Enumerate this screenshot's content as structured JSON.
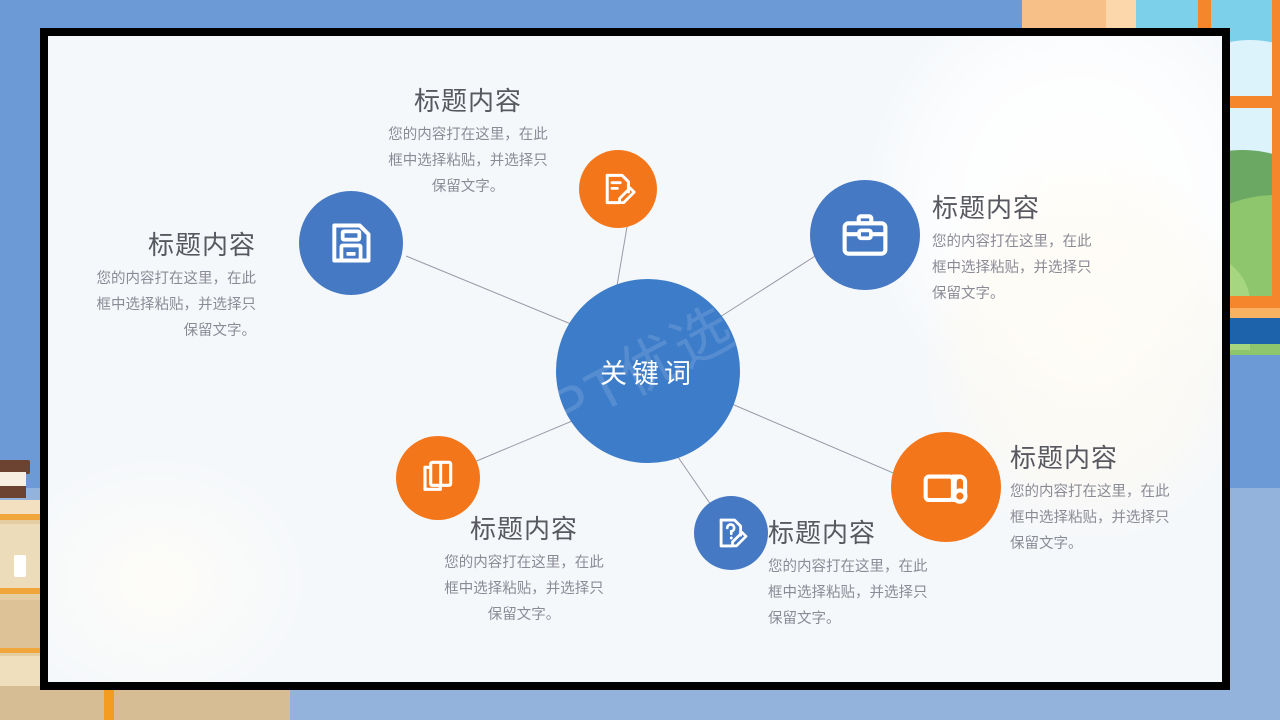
{
  "slide": {
    "background": {
      "base_color": "#6b9ad6",
      "lower_color": "#93b3dd",
      "frame_color": "#000000",
      "canvas_color": "#f5f8fb",
      "scene_elements": [
        "window-illustration",
        "curtain-illustration",
        "hill-illustration",
        "cabinet-illustration",
        "mug-illustration"
      ]
    },
    "palette": {
      "blue": "#4679c4",
      "hub_blue": "#3d7cc9",
      "orange": "#f4761b",
      "title_text": "#585860",
      "body_text": "#8b8b96",
      "connector_line": "#9a9aa8"
    },
    "hub": {
      "label": "关键词",
      "watermark": "PPT优选园"
    },
    "nodes": [
      {
        "id": "node-save",
        "icon": "save-icon",
        "color": "blue",
        "title": "标题内容",
        "body": "您的内容打在这里，在此\n框中选择粘贴，并选择只\n保留文字。",
        "align": "right"
      },
      {
        "id": "node-edit-document",
        "icon": "edit-document-icon",
        "color": "orange",
        "title": "标题内容",
        "body": "您的内容打在这里，在此\n框中选择粘贴，并选择只\n保留文字。",
        "align": "center"
      },
      {
        "id": "node-briefcase",
        "icon": "briefcase-icon",
        "color": "blue",
        "title": "标题内容",
        "body": "您的内容打在这里，在此\n框中选择粘贴，并选择只\n保留文字。",
        "align": "left"
      },
      {
        "id": "node-scroll",
        "icon": "scroll-icon",
        "color": "orange",
        "title": "标题内容",
        "body": "您的内容打在这里，在此\n框中选择粘贴，并选择只\n保留文字。",
        "align": "left"
      },
      {
        "id": "node-question-document",
        "icon": "question-document-icon",
        "color": "blue",
        "title": "标题内容",
        "body": "您的内容打在这里，在此\n框中选择粘贴，并选择只\n保留文字。",
        "align": "left"
      },
      {
        "id": "node-books",
        "icon": "books-icon",
        "color": "orange",
        "title": "标题内容",
        "body": "您的内容打在这里，在此\n框中选择粘贴，并选择只\n保留文字。",
        "align": "center"
      }
    ]
  }
}
